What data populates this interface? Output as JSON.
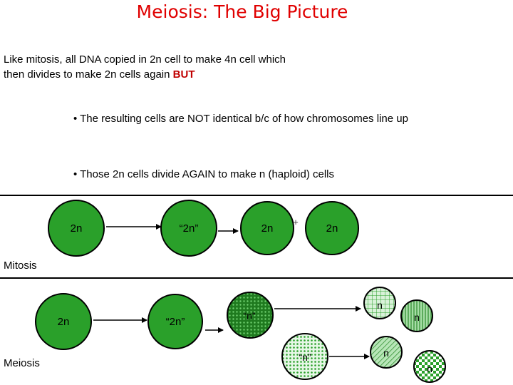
{
  "title": "Meiosis: The Big Picture",
  "intro": {
    "line1": "Like mitosis, all DNA copied in 2n cell to make 4n cell which",
    "line2": "then divides to make 2n cells again",
    "emphasis": "BUT"
  },
  "bullets": [
    "• The resulting cells are NOT identical b/c of how chromosomes line up",
    "• Those 2n cells divide AGAIN to make n (haploid) cells"
  ],
  "mitosis": {
    "label": "Mitosis",
    "cells": [
      "2n",
      "“2n”",
      "2n",
      "2n"
    ],
    "plus": "+"
  },
  "meiosis": {
    "label": "Meiosis",
    "cells": [
      "2n",
      "“2n”",
      "“n”",
      "“n”",
      "n",
      "n",
      "n",
      "n"
    ]
  },
  "colors": {
    "title": "#e00000",
    "emphasis": "#c00000",
    "cell_fill": "#2aa02a",
    "cell_stroke": "#000000",
    "haploid_light": "#b8e6b8"
  }
}
